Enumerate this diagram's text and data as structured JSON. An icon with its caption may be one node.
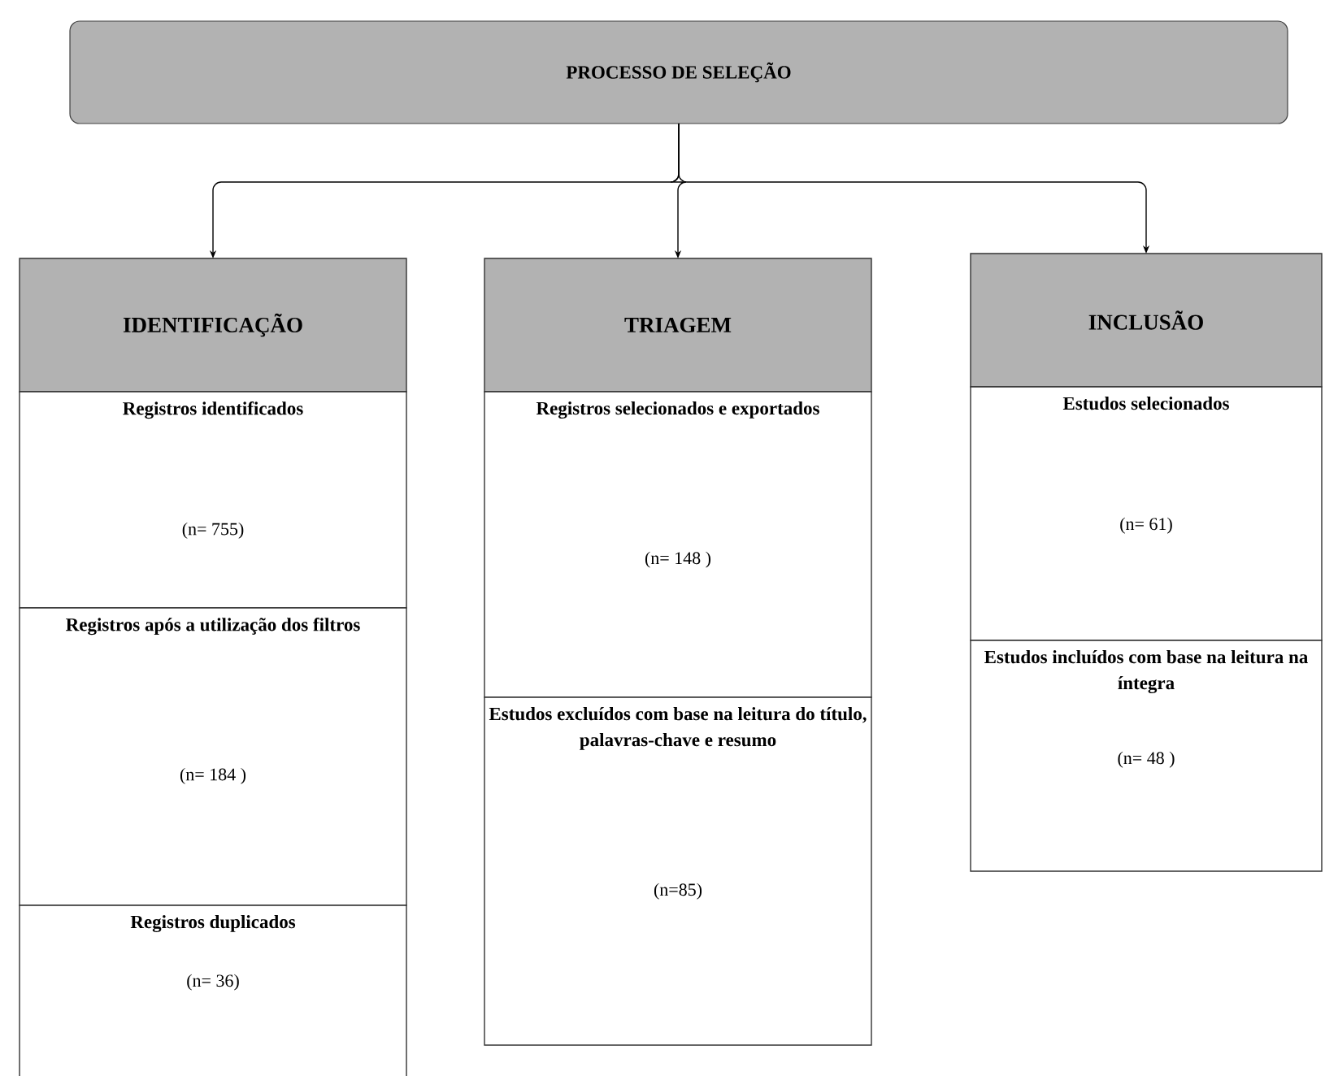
{
  "diagram": {
    "nodes": [
      {
        "text": [
          "PROCESSO DE SELEÇÃO"
        ]
      },
      {
        "text": [
          "IDENTIFICAÇÃO"
        ]
      },
      {
        "text": [
          "Registros identificados",
          "(n= 755)"
        ]
      },
      {
        "text": [
          "Registros após a utilização dos filtros",
          "(n= 184 )"
        ]
      },
      {
        "text": [
          "Registros duplicados",
          "(n= 36)"
        ]
      },
      {
        "text": [
          "TRIAGEM"
        ]
      },
      {
        "text": [
          "Registros selecionados e exportados",
          "(n= 148 )"
        ]
      },
      {
        "text": [
          "Estudos excluídos com base na leitura do título, palavras-chave e resumo",
          "(n=85)"
        ]
      },
      {
        "text": [
          "INCLUSÃO"
        ]
      },
      {
        "text": [
          "Estudos selecionados",
          "(n= 61)"
        ]
      },
      {
        "text": [
          "Estudos incluídos com base na leitura na íntegra",
          "(n= 48 )"
        ]
      }
    ],
    "edges": [
      {
        "from": 0,
        "to": 1,
        "arrow": "to"
      },
      {
        "from": 0,
        "to": 5,
        "arrow": "to"
      },
      {
        "from": 0,
        "to": 8,
        "arrow": "to"
      }
    ]
  }
}
